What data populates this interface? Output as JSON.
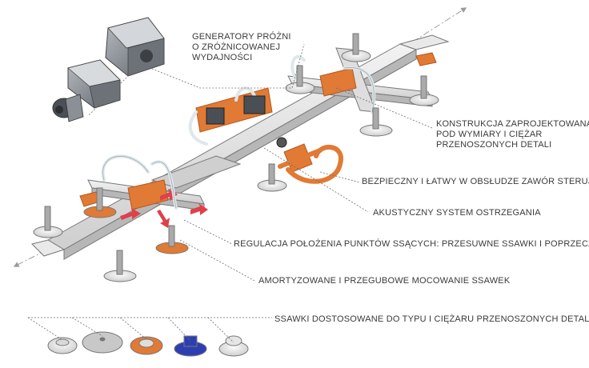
{
  "labels": {
    "generators": [
      "GENERATORY PRÓŻNI",
      "O ZRÓŻNICOWANEJ",
      "WYDAJNOŚCI"
    ],
    "construction": [
      "KONSTRUKCJA ZAPROJEKTOWANA",
      "POD WYMIARY I CIĘŻAR",
      "PRZENOSZONYCH DETALI"
    ],
    "valve": "BEZPIECZNY I ŁATWY W OBSŁUDZE ZAWÓR STERUJĄCY",
    "alarm": "AKUSTYCZNY SYSTEM OSTRZEGANIA",
    "adjustment": "REGULACJA POŁOŻENIA PUNKTÓW SSĄCYCH: PRZESUWNE SSAWKI I POPRZECZKI",
    "mounting": "AMORTYZOWANE I PRZEGUBOWE MOCOWANIE SSAWEK",
    "cups": "SSAWKI DOSTOSOWANE DO TYPU I CIĘŻARU PRZENOSZONYCH DETALI"
  },
  "colors": {
    "beam": "#dcdcdc",
    "beam_shadow": "#a9a9a9",
    "orange": "#e07a35",
    "orange_dark": "#b8571e",
    "hose": "#e9eef0",
    "red_arrow": "#e0404a",
    "blue_cup": "#2d3fb0",
    "leader": "#6d6d6d",
    "text": "#3a3a3a"
  },
  "icons": [
    "vacuum-generator-large",
    "vacuum-generator-medium",
    "vacuum-generator-small",
    "control-valve",
    "acoustic-alarm",
    "suction-cup",
    "axis-arrow"
  ]
}
